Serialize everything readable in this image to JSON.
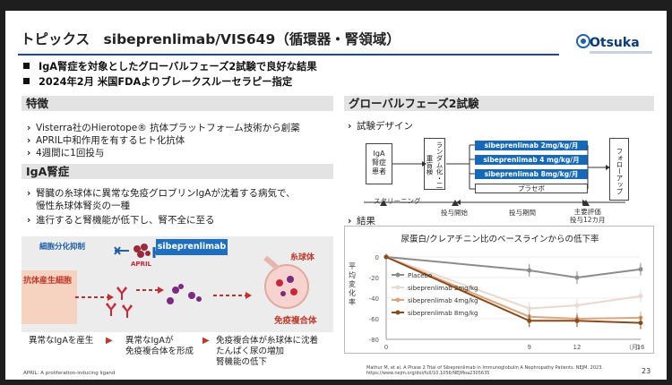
{
  "title": "トピックス　sibeprenlimab/VIS649（循環器・腎領域）",
  "logo": {
    "name": "Otsuka"
  },
  "bullets": [
    "IgA腎症を対象としたグローバルフェーズ2試験で良好な結果",
    "2024年2月 米国FDAよりブレークスルーセラピー指定"
  ],
  "features": {
    "heading": "特徴",
    "items": [
      "Visterra社のHierotope® 抗体プラットフォーム技術から創薬",
      "APRIL中和作用を有するヒト化抗体",
      "4週間に1回投与"
    ]
  },
  "iga": {
    "heading": "IgA腎症",
    "items": [
      "腎臓の糸球体に異常な免疫グロブリンIgAが沈着する病気で、",
      "慢性糸球体腎炎の一種",
      "進行すると腎機能が低下し、腎不全に至る"
    ]
  },
  "mechanism": {
    "differentiation_label": "細胞分化抑制",
    "drug_label": "sibeprenlimab",
    "april_label": "APRIL",
    "cell_label": "抗体産生細胞",
    "glomerulus_label": "糸球体",
    "complex_label": "免疫複合体",
    "captions": [
      "異常なIgAを産生",
      "異常なIgAが",
      "免疫複合体を形成",
      "免疫複合体が糸球体に沈着",
      "たんぱく尿の増加",
      "腎機能の低下"
    ]
  },
  "trial": {
    "heading": "グローバルフェーズ2試験",
    "design_label": "試験デザイン",
    "patient_box": [
      "IgA",
      "腎症",
      "患者"
    ],
    "randomize_box": "ランダム化・二重盲検",
    "arms": [
      "sibeprenlimab 2mg/kg/月",
      "sibeprenlimab 4 mg/kg/月",
      "sibeprenlimab 8mg/kg/月",
      "プラセボ"
    ],
    "followup_box": "フォローアップ",
    "screening_label": "スクリーニング",
    "dosing_start_label": "投与開始",
    "dosing_period_label": "投与期間",
    "primary_eval_label": [
      "主要評価",
      "投与12カ月"
    ],
    "results_label": "結果"
  },
  "chart_data": {
    "type": "line",
    "title": "尿蛋白/クレアチニン比のベースラインからの低下率",
    "ylabel": "平均変化率",
    "xlabel": "（月）",
    "x": [
      0,
      9,
      12,
      16
    ],
    "xticks": [
      "0",
      "9",
      "12",
      "16"
    ],
    "yticks": [
      "0",
      "-20",
      "-40",
      "-60",
      "-80"
    ],
    "ylim": [
      -80,
      0
    ],
    "xlim": [
      0,
      16
    ],
    "series": [
      {
        "name": "Placebo",
        "values": [
          0,
          -13,
          -20,
          -12
        ],
        "color": "#8c8c8c"
      },
      {
        "name": "sibeprenlimab 2mg/kg",
        "values": [
          0,
          -50,
          -47,
          -38
        ],
        "color": "#ead9cf"
      },
      {
        "name": "sibeprenlimab 4mg/kg",
        "values": [
          0,
          -58,
          -60,
          -59
        ],
        "color": "#dca57e"
      },
      {
        "name": "sibeprenlimab 8mg/kg",
        "values": [
          0,
          -62,
          -62,
          -64
        ],
        "color": "#8a4a1a"
      }
    ],
    "legend": "left"
  },
  "footer": {
    "april_note": "APRIL: A proliferation-inducing ligand",
    "reference": [
      "Mathur M, et al. A Phase 2 Trial of Sibeprenlimab in Immunoglobulin A Nephropathy Patients. NEJM. 2023.",
      "https://www.nejm.org/doi/full/10.1056/NEJMoa2305635"
    ],
    "page": "23"
  }
}
